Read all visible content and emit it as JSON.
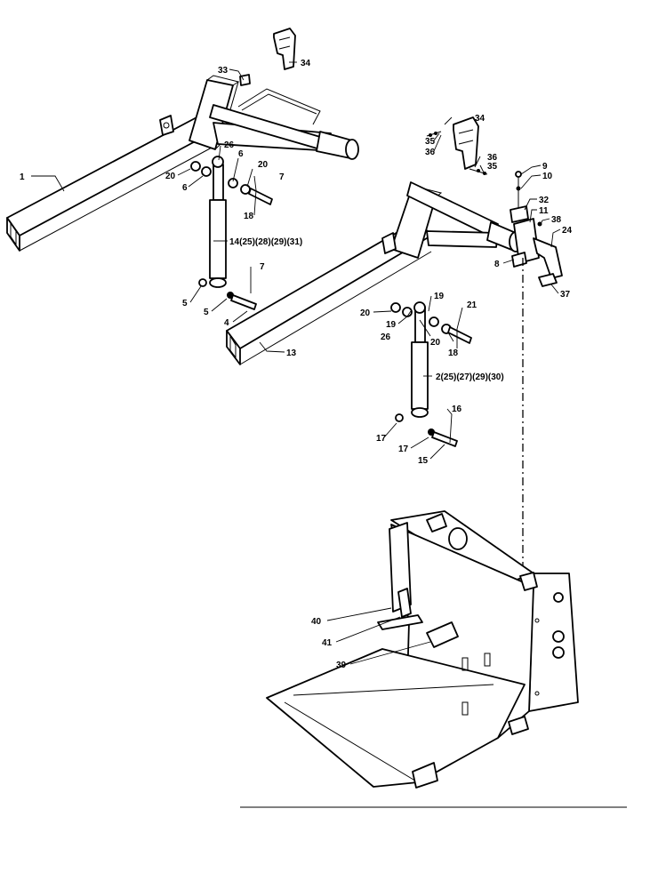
{
  "figure": {
    "callouts": [
      {
        "id": "c1",
        "text": "1"
      },
      {
        "id": "c2",
        "text": "2(25)(27)(29)(30)"
      },
      {
        "id": "c4",
        "text": "4"
      },
      {
        "id": "c5a",
        "text": "5"
      },
      {
        "id": "c5b",
        "text": "5"
      },
      {
        "id": "c6a",
        "text": "6"
      },
      {
        "id": "c6b",
        "text": "6"
      },
      {
        "id": "c7a",
        "text": "7"
      },
      {
        "id": "c7b",
        "text": "7"
      },
      {
        "id": "c8",
        "text": "8"
      },
      {
        "id": "c9",
        "text": "9"
      },
      {
        "id": "c10",
        "text": "10"
      },
      {
        "id": "c11",
        "text": "11"
      },
      {
        "id": "c13",
        "text": "13"
      },
      {
        "id": "c14",
        "text": "14(25)(28)(29)(31)"
      },
      {
        "id": "c15",
        "text": "15"
      },
      {
        "id": "c16",
        "text": "16"
      },
      {
        "id": "c17a",
        "text": "17"
      },
      {
        "id": "c17b",
        "text": "17"
      },
      {
        "id": "c18a",
        "text": "18"
      },
      {
        "id": "c18b",
        "text": "18"
      },
      {
        "id": "c19a",
        "text": "19"
      },
      {
        "id": "c19b",
        "text": "19"
      },
      {
        "id": "c20a",
        "text": "20"
      },
      {
        "id": "c20b",
        "text": "20"
      },
      {
        "id": "c20c",
        "text": "20"
      },
      {
        "id": "c20d",
        "text": "20"
      },
      {
        "id": "c21",
        "text": "21"
      },
      {
        "id": "c24",
        "text": "24"
      },
      {
        "id": "c26a",
        "text": "26"
      },
      {
        "id": "c26b",
        "text": "26"
      },
      {
        "id": "c32",
        "text": "32"
      },
      {
        "id": "c33",
        "text": "33"
      },
      {
        "id": "c34a",
        "text": "34"
      },
      {
        "id": "c34b",
        "text": "34"
      },
      {
        "id": "c35a",
        "text": "35"
      },
      {
        "id": "c35b",
        "text": "35"
      },
      {
        "id": "c36a",
        "text": "36"
      },
      {
        "id": "c36b",
        "text": "36"
      },
      {
        "id": "c37",
        "text": "37"
      },
      {
        "id": "c38",
        "text": "38"
      },
      {
        "id": "c39",
        "text": "39"
      },
      {
        "id": "c40",
        "text": "40"
      },
      {
        "id": "c41",
        "text": "41"
      }
    ]
  }
}
